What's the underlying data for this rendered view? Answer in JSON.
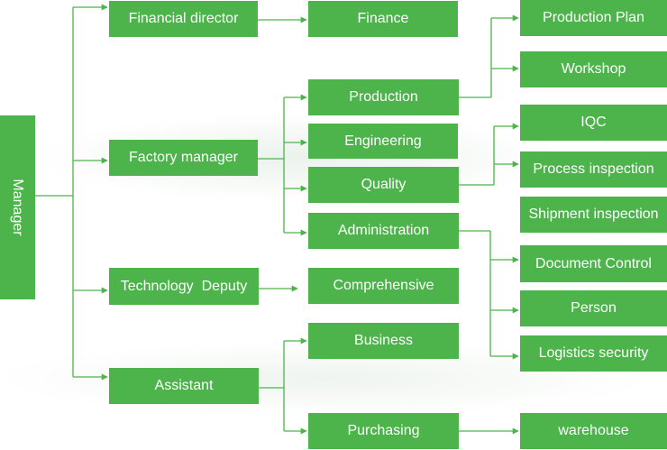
{
  "root": "Manager",
  "level1": {
    "financial_director": "Financial director",
    "factory_manager": "Factory manager",
    "technology_deputy": "Technology  Deputy",
    "assistant": "Assistant"
  },
  "level2": {
    "finance": "Finance",
    "production": "Production",
    "engineering": "Engineering",
    "quality": "Quality",
    "administration": "Administration",
    "comprehensive": "Comprehensive",
    "business": "Business",
    "purchasing": "Purchasing"
  },
  "level3": {
    "production_plan": "Production Plan",
    "workshop": "Workshop",
    "iqc": "IQC",
    "process_inspection": "Process inspection",
    "shipment_inspection": "Shipment inspection",
    "document_control": "Document Control",
    "person": "Person",
    "logistics_security": "Logistics security",
    "warehouse": "warehouse"
  },
  "colors": {
    "box_fill": "#4cb44a",
    "box_text": "#ffffff",
    "connector": "#4cb44a"
  }
}
